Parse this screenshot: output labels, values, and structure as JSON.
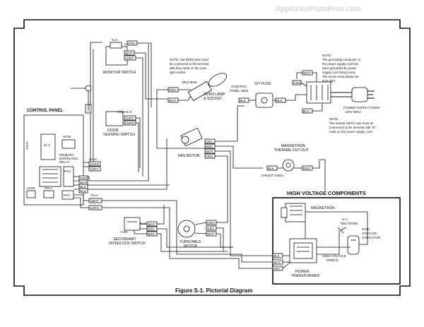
{
  "watermark": "AppliancePartsPros.com",
  "caption": "Figure S-1. Pictorial Diagram",
  "sections": {
    "control_panel": "CONTROL PANEL",
    "high_voltage": "HIGH VOLTAGE COMPONENTS"
  },
  "components": {
    "monitor_switch": "MONITOR SWITCH",
    "sensing_switch_a": "DOOR",
    "sensing_switch_b": "SEASING SWITCH",
    "oven_lamp": "OVEN LAMP",
    "oven_lamp_socket": "& SOCKET",
    "blue_mark": "Blue Mark",
    "fan_motor": "FAN MOTOR",
    "ot_fuse": "O/T FUSE",
    "control_panel_side_a": "CONTROL",
    "control_panel_side_b": "PANEL SIDE",
    "power_cord_a": "POWER SUPPLY CORD",
    "power_cord_b": "120V 60Hz",
    "magnetron_cutout_a": "MAGNETRON",
    "magnetron_cutout_b": "THERMAL CUT-OUT",
    "front_side": "(FRONT SIDE)",
    "magnetron": "MAGNETRON",
    "hv_rectifier_a": "H.V.",
    "hv_rectifier_b": "RECTIFIER",
    "hv_capacitor_a": "HIGH",
    "hv_capacitor_b": "VOLTAGE",
    "hv_capacitor_c": "CAPACITOR",
    "hv_wire_a": "HIGH VOLTAGE",
    "hv_wire_b": "WIRE B",
    "power_transformer_a": "POWER",
    "power_transformer_b": "TRANSFORMER",
    "turntable_motor_a": "TURNTABLE",
    "turntable_motor_b": "MOTOR",
    "secondary_switch_a": "SECONDARY",
    "secondary_switch_b": "INTERLOCK SWITCH",
    "primary_relay_a": "PRIMARY",
    "primary_relay_b": "INTERLOCK",
    "primary_relay_c": "RELAY",
    "ic1": "IC-1",
    "sp30": "SP30",
    "cn_g": "CN-G",
    "cn_b": "CN-B",
    "cn_a": "CN-A",
    "cn_a2": "CN-A",
    "cn_e": "CN-E",
    "ry1": "RY1",
    "ry2": "RY2",
    "com": "COM",
    "no": "N.O.",
    "com2": "COM",
    "no2": "N.O.",
    "com3": "COM",
    "no3": "N.O.",
    "grn": "GRN"
  },
  "notes": {
    "red_note": [
      "NOTE: Hot (RED) wire must",
      "be connected to the terminal",
      "with blue mark on the oven",
      "light socket."
    ],
    "ground_note": [
      "NOTE:",
      "The grounding conductor of",
      "the power supply cord has",
      "been grounded by power",
      "supply cord fixing screw.",
      "The screw must always be",
      "kept tight."
    ],
    "neutral_note": [
      "NOTE:",
      "The neutral (WHT) wire must be",
      "connected to the terminal with \"N\"",
      "mark on the power supply cord."
    ]
  },
  "wire_tags": {
    "org": "ORG",
    "wht": "WHT",
    "gry": "GRY",
    "blk": "BLK",
    "red": "RED",
    "grn": "GRN",
    "brn": "BRN",
    "blu": "BLU",
    "one_gry": "1GRY",
    "one_org": "1ORG",
    "one_wht": "1WHT",
    "two_grn": "2GRN"
  }
}
